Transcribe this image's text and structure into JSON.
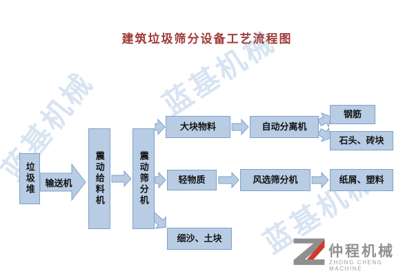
{
  "title": "建筑垃圾筛分设备工艺流程图",
  "nodes": {
    "garbage_pile": "垃圾堆",
    "conveyor": "输送机",
    "vibrating_feeder": "震动给料机",
    "vibrating_screen": "震动筛分机",
    "large_material": "大块物料",
    "auto_separator": "自动分离机",
    "steel_rebar": "钢筋",
    "stone_brick": "石头、砖块",
    "light_material": "轻物质",
    "air_screen": "风选筛分机",
    "paper_plastic": "纸屑、塑料",
    "fine_sand": "细沙、土块"
  },
  "watermark": {
    "text": "蓝基机械"
  },
  "brand": {
    "name": "仲程机械",
    "sub": "ZHONG CHENG MACHINE"
  },
  "colors": {
    "box_fill": "#b8cce4",
    "box_border": "#7da1c9",
    "title_color": "#9e3a38",
    "watermark_color": "#adc6e4",
    "logo_gray": "#8f8f8f",
    "logo_red": "#d03a2b"
  }
}
